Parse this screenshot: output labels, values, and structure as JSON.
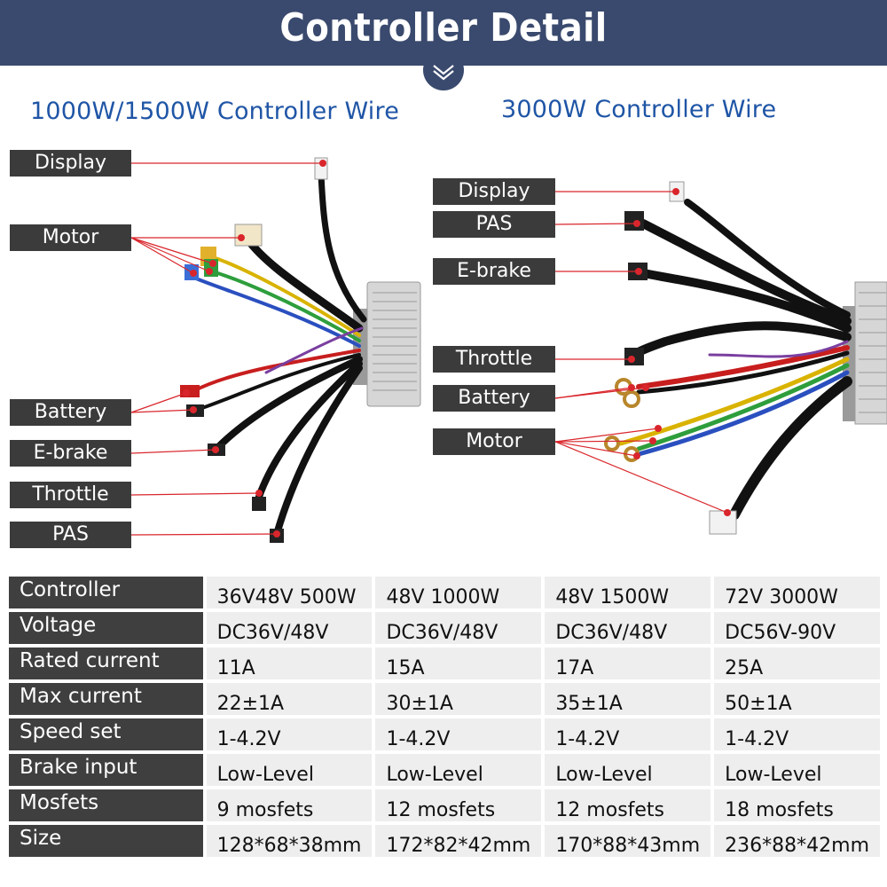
{
  "banner": {
    "title": "Controller  Detail"
  },
  "left_section": {
    "title": "1000W/1500W  Controller Wire",
    "labels": [
      "Display",
      "Motor",
      "Battery",
      "E-brake",
      "Throttle",
      "PAS"
    ]
  },
  "right_section": {
    "title": "3000W  Controller Wire",
    "labels": [
      "Display",
      "PAS",
      "E-brake",
      "Throttle",
      "Battery",
      "Motor"
    ]
  },
  "spec_table": {
    "rows": [
      {
        "key": "Controller",
        "values": [
          "36V48V 500W",
          "48V 1000W",
          "48V 1500W",
          "72V 3000W"
        ]
      },
      {
        "key": "Voltage",
        "values": [
          "DC36V/48V",
          "DC36V/48V",
          "DC36V/48V",
          "DC56V-90V"
        ]
      },
      {
        "key": "Rated current",
        "values": [
          "11A",
          "15A",
          "17A",
          "25A"
        ]
      },
      {
        "key": "Max current",
        "values": [
          "22±1A",
          "30±1A",
          "35±1A",
          "50±1A"
        ]
      },
      {
        "key": "Speed set",
        "values": [
          "1-4.2V",
          "1-4.2V",
          "1-4.2V",
          "1-4.2V"
        ]
      },
      {
        "key": "Brake input",
        "values": [
          "Low-Level",
          "Low-Level",
          "Low-Level",
          "Low-Level"
        ]
      },
      {
        "key": "Mosfets",
        "values": [
          "9 mosfets",
          "12 mosfets",
          "12 mosfets",
          "18 mosfets"
        ]
      },
      {
        "key": "Size",
        "values": [
          "128*68*38mm",
          "172*82*42mm",
          "170*88*43mm",
          "236*88*42mm"
        ]
      }
    ]
  },
  "colors": {
    "banner": "#3a4a6e",
    "title_blue": "#1f55a6",
    "label_bg": "#3b3b3b",
    "pointer_red": "#d9262c",
    "table_key_bg": "#3f3f3f",
    "table_val_bg": "#eeeeee"
  }
}
